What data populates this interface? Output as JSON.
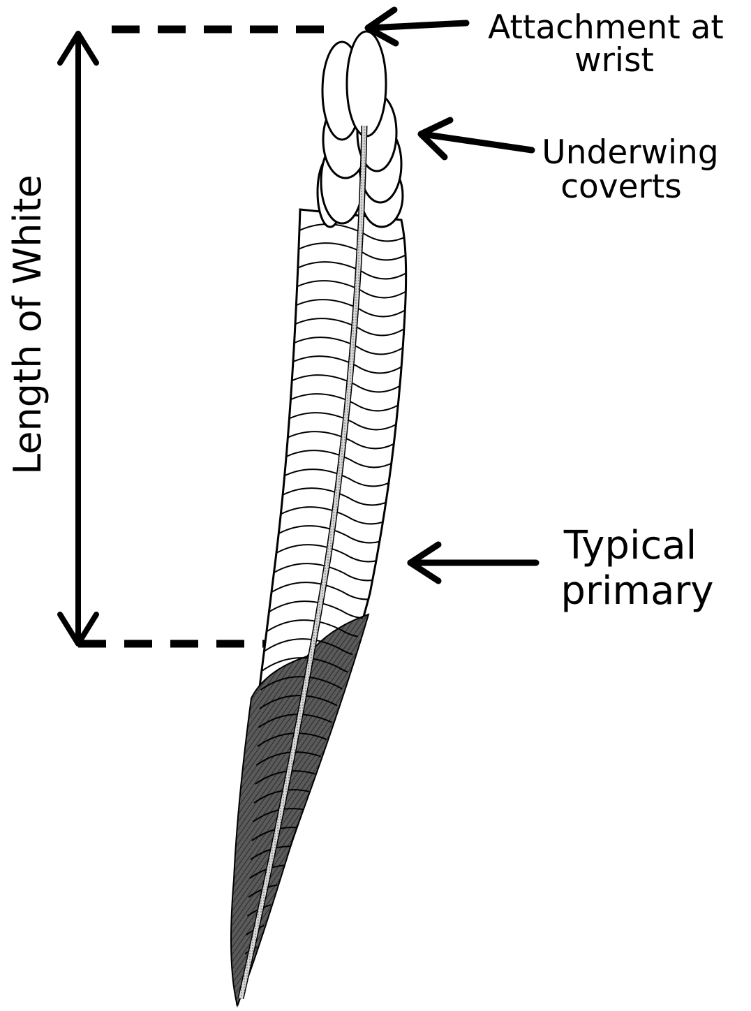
{
  "labels": {
    "attachment_line1": "Attachment at",
    "attachment_line2": "wrist",
    "coverts_line1": "Underwing",
    "coverts_line2": "coverts",
    "primary_line1": "Typical",
    "primary_line2": "primary",
    "length": "Length of White"
  },
  "colors": {
    "ink": "#000000",
    "white_feather": "#ffffff",
    "dark_feather": "#4a4a4a",
    "shaft": "#c8c8c8"
  }
}
